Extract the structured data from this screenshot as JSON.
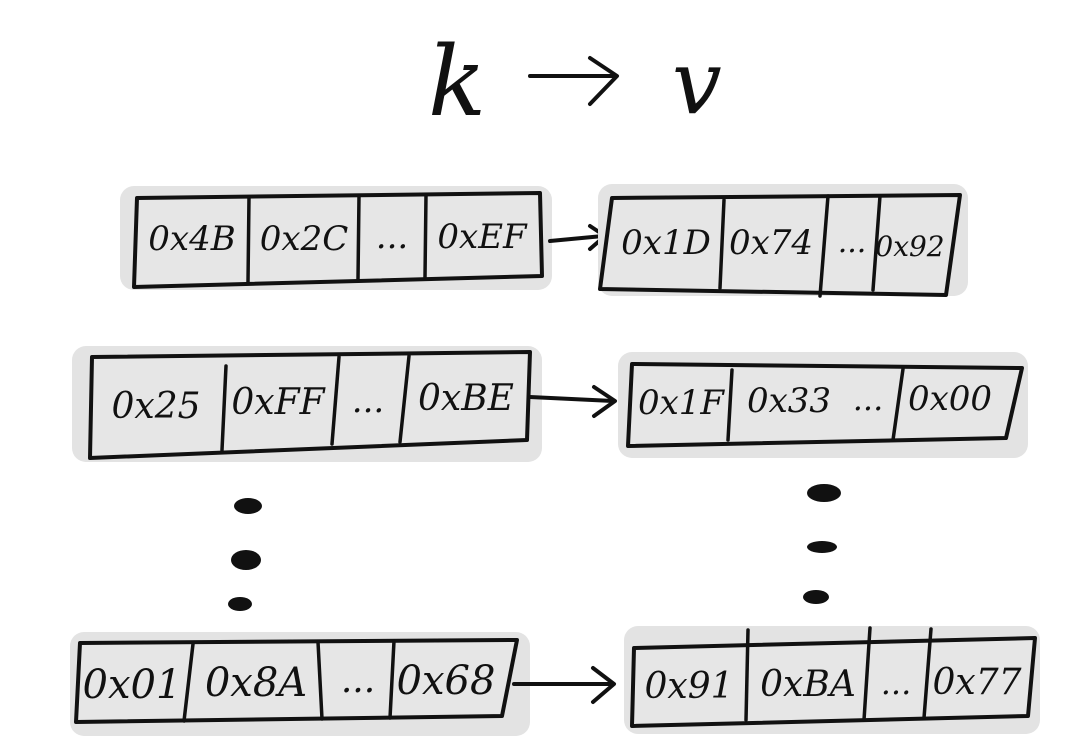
{
  "header": {
    "key_symbol": "k",
    "value_symbol": "v"
  },
  "rows": [
    {
      "key": [
        "0x4B",
        "0x2C",
        "...",
        "0xEF"
      ],
      "value": [
        "0x1D",
        "0x74",
        "...",
        "0x92"
      ]
    },
    {
      "key": [
        "0x25",
        "0xFF",
        "...",
        "0xBE"
      ],
      "value": [
        "0x1F",
        "0x33",
        "...",
        "0x00"
      ]
    },
    {
      "key": [
        "0x01",
        "0x8A",
        "...",
        "0x68"
      ],
      "value": [
        "0x91",
        "0xBA",
        "...",
        "0x77"
      ]
    }
  ]
}
